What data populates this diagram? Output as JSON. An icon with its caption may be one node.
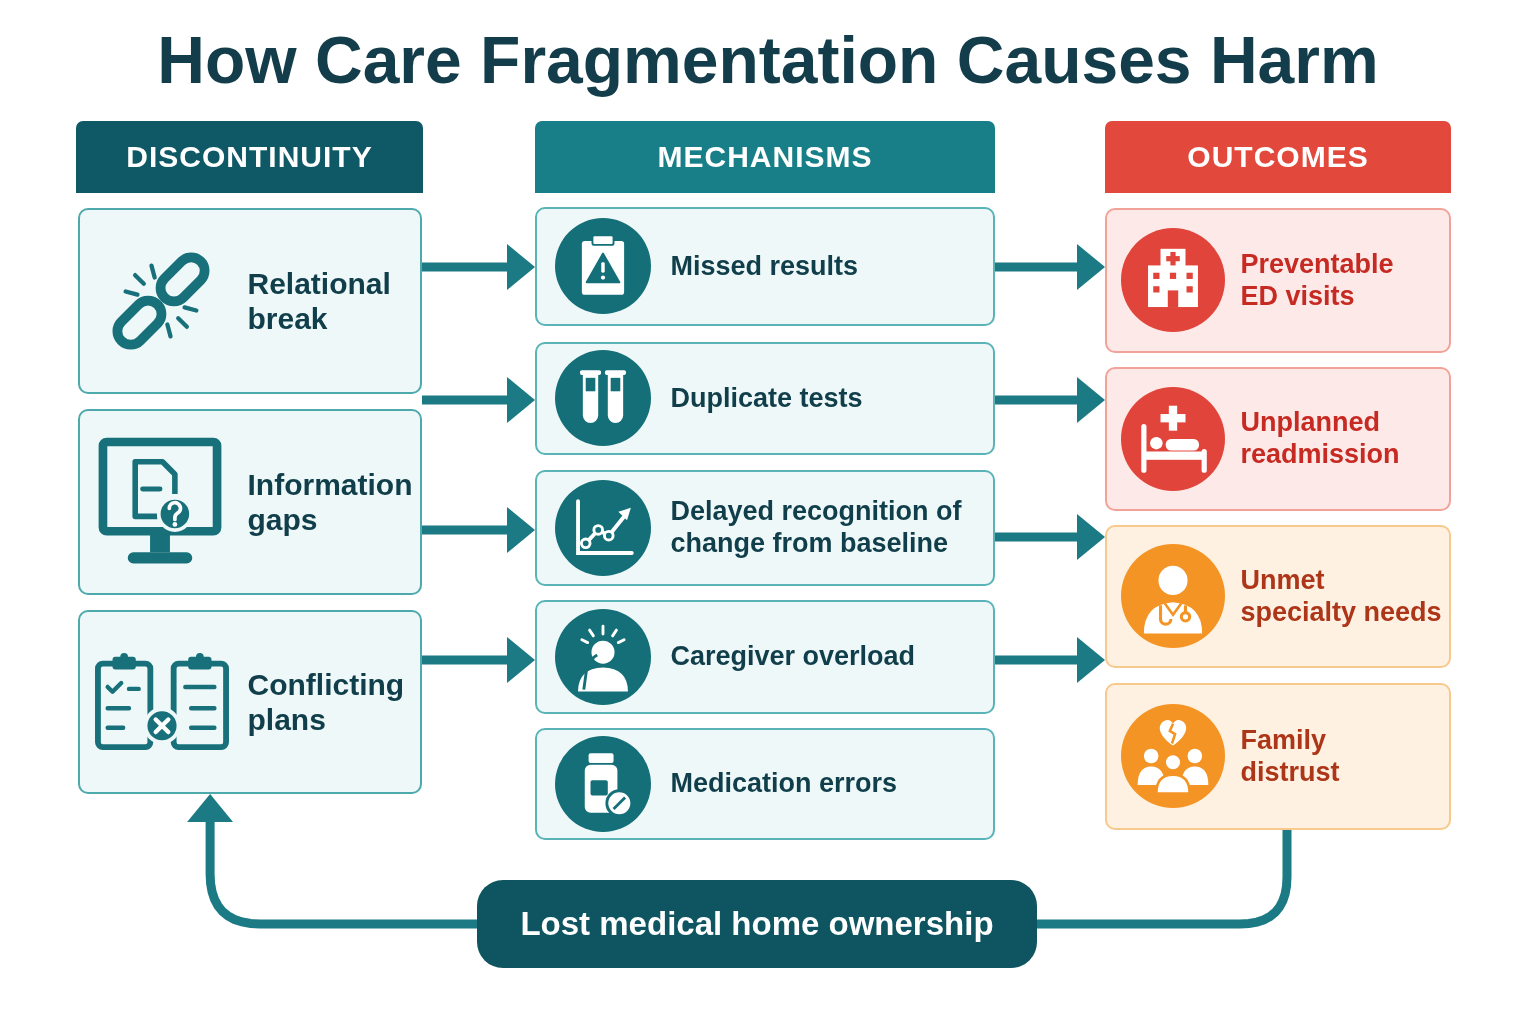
{
  "diagram": {
    "title": "How Care Fragmentation Causes Harm",
    "nodes": [
      {
        "text": [
          "DISCONTINUITY"
        ]
      },
      {
        "text": [
          "MECHANISMS"
        ]
      },
      {
        "text": [
          "OUTCOMES"
        ]
      },
      {
        "text": [
          "Relational break"
        ]
      },
      {
        "text": [
          "Information gaps"
        ]
      },
      {
        "text": [
          "Conflicting plans"
        ]
      },
      {
        "text": [
          "Missed results"
        ]
      },
      {
        "text": [
          "Duplicate tests"
        ]
      },
      {
        "text": [
          "Delayed recognition of change from baseline"
        ]
      },
      {
        "text": [
          "Caregiver overload"
        ]
      },
      {
        "text": [
          "Medication errors"
        ]
      },
      {
        "text": [
          "Preventable ED visits"
        ]
      },
      {
        "text": [
          "Unplanned readmission"
        ]
      },
      {
        "text": [
          "Unmet specialty needs"
        ]
      },
      {
        "text": [
          "Family distrust"
        ]
      },
      {
        "text": [
          "Lost medical home ownership"
        ]
      }
    ],
    "edges": [
      {
        "from": 3,
        "to": 6,
        "arrow": "to"
      },
      {
        "from": 3,
        "to": 7,
        "arrow": "to"
      },
      {
        "from": 4,
        "to": 8,
        "arrow": "to"
      },
      {
        "from": 5,
        "to": 9,
        "arrow": "to"
      },
      {
        "from": 6,
        "to": 11,
        "arrow": "to"
      },
      {
        "from": 7,
        "to": 12,
        "arrow": "to"
      },
      {
        "from": 8,
        "to": 13,
        "arrow": "to"
      },
      {
        "from": 9,
        "to": 13,
        "arrow": "to"
      },
      {
        "from": 14,
        "to": 15,
        "arrow": "none"
      },
      {
        "from": 15,
        "to": 5,
        "arrow": "to"
      }
    ]
  }
}
